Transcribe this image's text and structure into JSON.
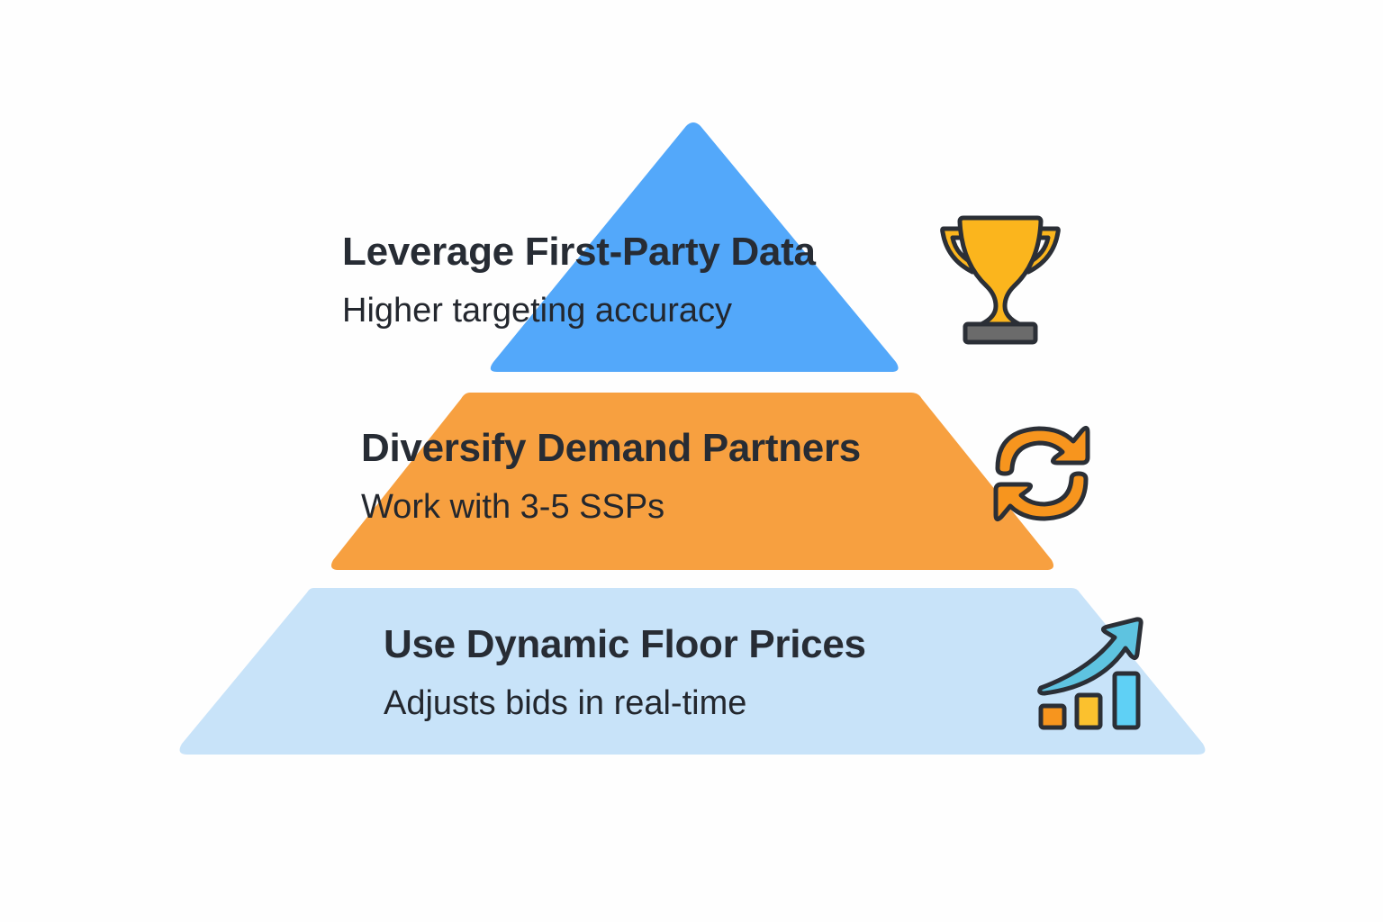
{
  "diagram": {
    "type": "pyramid",
    "tiers": [
      {
        "level": "top",
        "title": "Leverage First-Party Data",
        "subtitle": "Higher targeting accuracy",
        "color": "#53a8fa",
        "icon": "trophy-icon"
      },
      {
        "level": "middle",
        "title": "Diversify Demand Partners",
        "subtitle": "Work with 3-5 SSPs",
        "color": "#f7a040",
        "icon": "refresh-cycle-icon"
      },
      {
        "level": "bottom",
        "title": "Use Dynamic Floor Prices",
        "subtitle": "Adjusts bids in real-time",
        "color": "#c8e3f9",
        "icon": "growth-chart-arrow-icon"
      }
    ]
  }
}
